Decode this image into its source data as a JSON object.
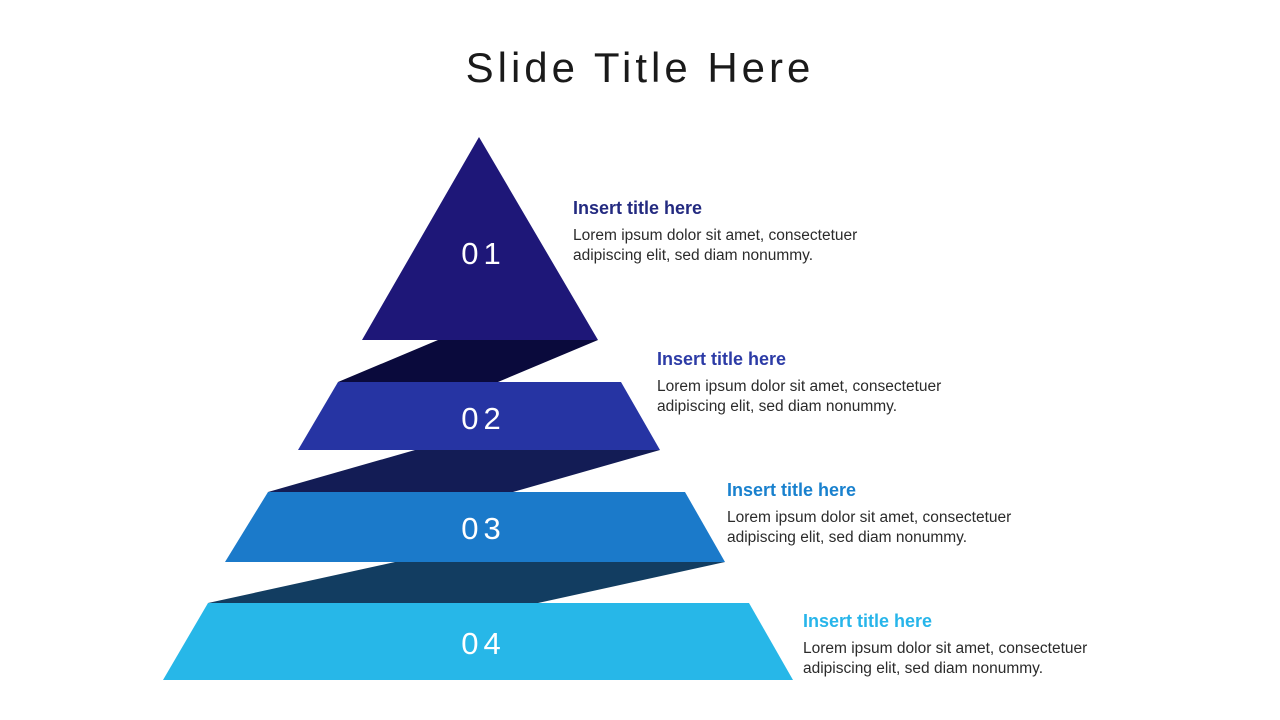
{
  "slide": {
    "title": "Slide Title Here",
    "background_color": "#FFFFFF",
    "title_color": "#1A1A1A",
    "body_text_color": "#2B2B2B",
    "number_text_color": "#FFFFFF"
  },
  "levels": [
    {
      "number": "01",
      "band_color": "#1E1778",
      "fold_color": "#0A0A3C",
      "title": "Insert title here",
      "title_color": "#232A80",
      "body": "Lorem ipsum dolor sit amet, consectetuer adipiscing elit, sed diam nonummy."
    },
    {
      "number": "02",
      "band_color": "#2634A3",
      "fold_color": "#131C55",
      "title": "Insert title here",
      "title_color": "#2C3BA6",
      "body": "Lorem ipsum dolor sit amet, consectetuer adipiscing elit, sed diam nonummy."
    },
    {
      "number": "03",
      "band_color": "#1B7ACA",
      "fold_color": "#123D61",
      "title": "Insert title here",
      "title_color": "#1981CE",
      "body": "Lorem ipsum dolor sit amet, consectetuer adipiscing elit, sed diam nonummy."
    },
    {
      "number": "04",
      "band_color": "#27B7E8",
      "title": "Insert title here",
      "title_color": "#27B5EA",
      "body": "Lorem ipsum dolor sit amet, consectetuer adipiscing elit, sed diam nonummy."
    }
  ]
}
